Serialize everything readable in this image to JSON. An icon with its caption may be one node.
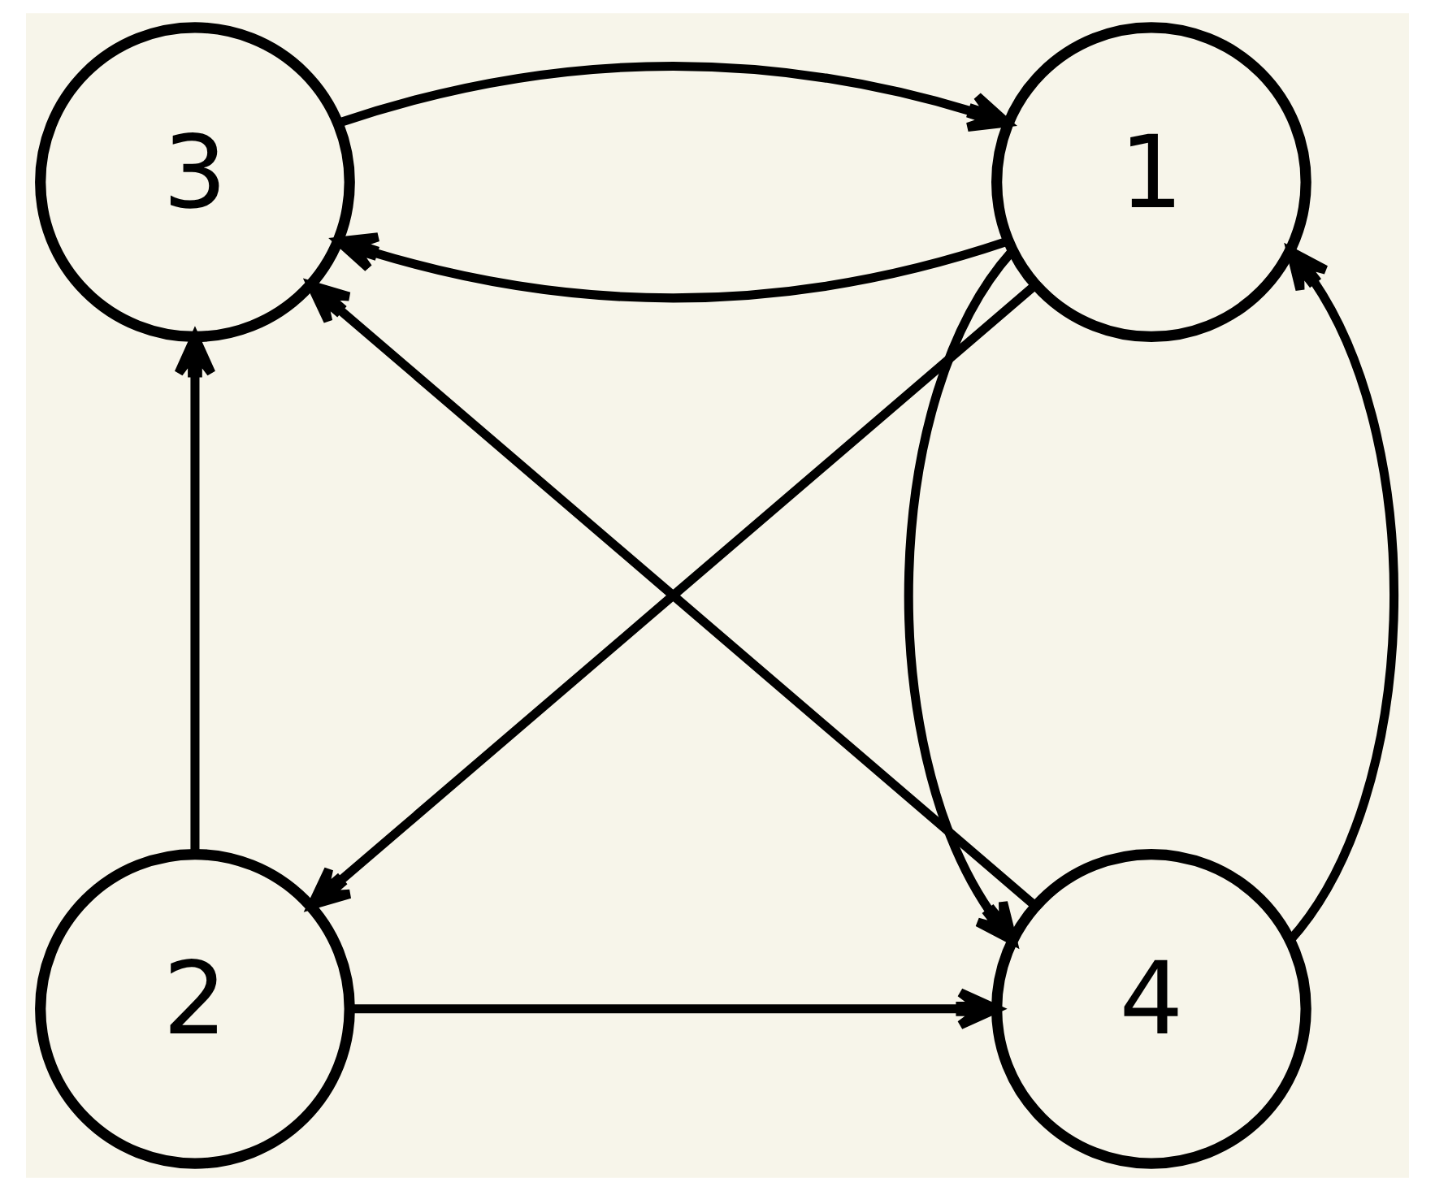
{
  "diagram": {
    "nodes": [
      {
        "text": [
          "1"
        ]
      },
      {
        "text": [
          "3"
        ]
      },
      {
        "text": [
          "2"
        ]
      },
      {
        "text": [
          "4"
        ]
      }
    ],
    "edges": [
      {
        "from": 0,
        "to": 1,
        "arrow": "to"
      },
      {
        "from": 1,
        "to": 0,
        "arrow": "to"
      },
      {
        "from": 0,
        "to": 2,
        "arrow": "to"
      },
      {
        "from": 0,
        "to": 3,
        "arrow": "to"
      },
      {
        "from": 3,
        "to": 0,
        "arrow": "to"
      },
      {
        "from": 2,
        "to": 1,
        "arrow": "to"
      },
      {
        "from": 2,
        "to": 3,
        "arrow": "to"
      },
      {
        "from": 3,
        "to": 1,
        "arrow": "to"
      }
    ]
  }
}
